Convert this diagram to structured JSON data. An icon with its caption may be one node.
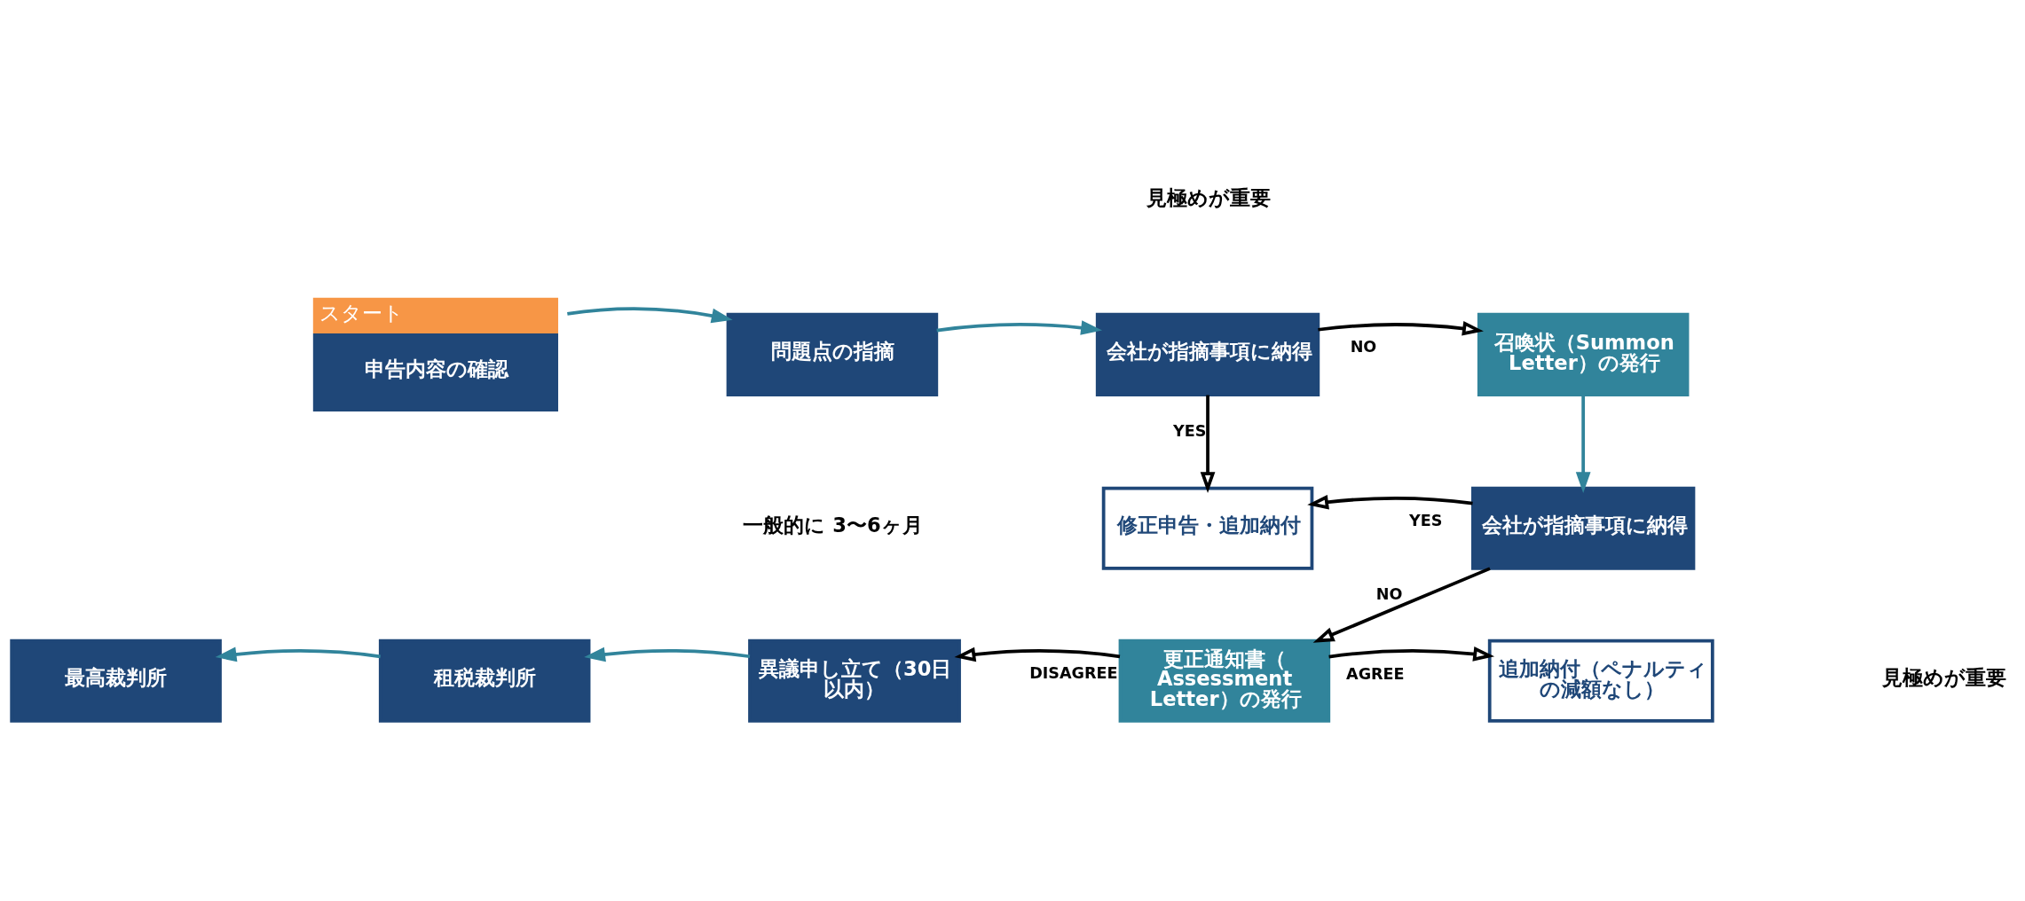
{
  "diagram": {
    "nodes": [
      {
        "text": [
          "スタート",
          "申告内容の確認"
        ]
      },
      {
        "text": [
          "問題点の指摘"
        ]
      },
      {
        "text": [
          "会社が指摘事項に納得"
        ]
      },
      {
        "text": [
          "召喚状（Summon Letter）の発行"
        ]
      },
      {
        "text": [
          "修正申告・追加納付"
        ]
      },
      {
        "text": [
          "会社が指摘事項に納得"
        ]
      },
      {
        "text": [
          "更正通知書（Assessment Letter）の発行"
        ]
      },
      {
        "text": [
          "異議申し立て（30日以内）"
        ]
      },
      {
        "text": [
          "租税裁判所"
        ]
      },
      {
        "text": [
          "最高裁判所"
        ]
      },
      {
        "text": [
          "追加納付（ペナルティの減額なし）"
        ]
      }
    ],
    "edges": [
      {
        "from": 0,
        "to": 1,
        "arrow": "to",
        "color": "#31849b"
      },
      {
        "from": 1,
        "to": 2,
        "arrow": "to",
        "color": "#31849b"
      },
      {
        "from": 2,
        "to": 3,
        "arrow": "to",
        "label": "NO"
      },
      {
        "from": 2,
        "to": 4,
        "arrow": "to",
        "label": "YES"
      },
      {
        "from": 3,
        "to": 5,
        "arrow": "to",
        "color": "#31849b"
      },
      {
        "from": 5,
        "to": 4,
        "arrow": "to",
        "label": "YES"
      },
      {
        "from": 5,
        "to": 6,
        "arrow": "to",
        "label": "NO"
      },
      {
        "from": 6,
        "to": 7,
        "arrow": "to",
        "label": "DISAGREE"
      },
      {
        "from": 7,
        "to": 8,
        "arrow": "to",
        "color": "#31849b"
      },
      {
        "from": 8,
        "to": 9,
        "arrow": "to",
        "color": "#31849b"
      },
      {
        "from": 6,
        "to": 10,
        "arrow": "to",
        "label": "AGREE"
      }
    ],
    "labels": [
      "見極めが重要",
      "一般的に 3〜6ヶ月",
      "見極めが重要"
    ]
  }
}
